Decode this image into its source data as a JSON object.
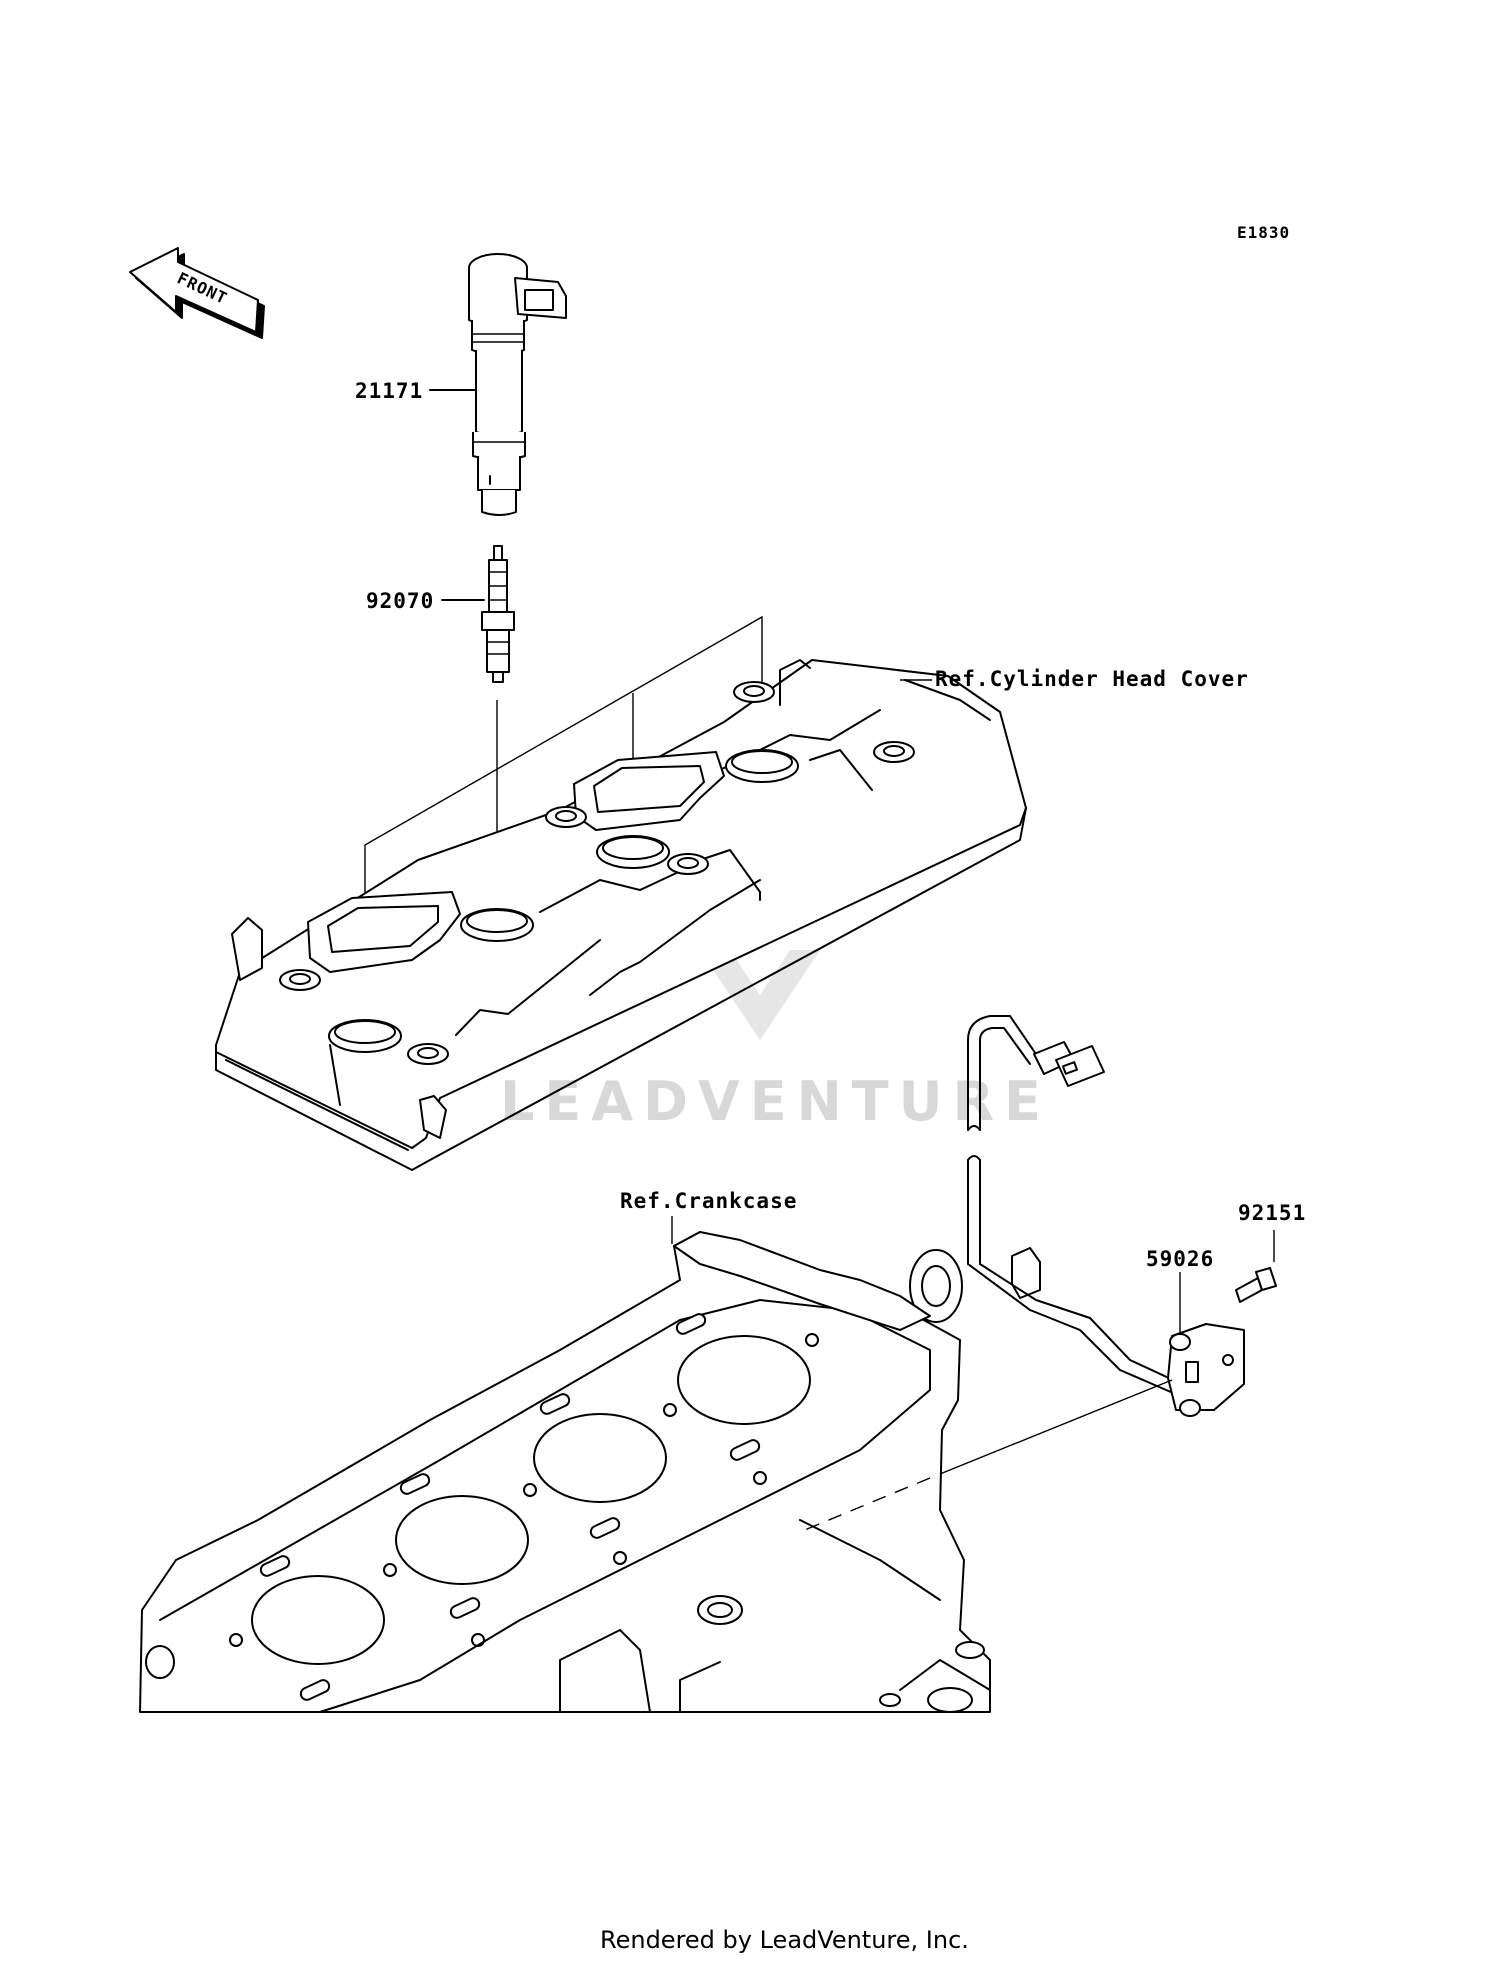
{
  "diagram": {
    "code": "E1830",
    "front_label": "FRONT",
    "watermark": "LEADVENTURE",
    "footer": "Rendered by LeadVenture, Inc.",
    "callouts": {
      "ignition_coil": "21171",
      "spark_plug": "92070",
      "cylinder_head_cover": "Ref.Cylinder Head Cover",
      "crankcase": "Ref.Crankcase",
      "bolt": "92151",
      "pickup_coil": "59026"
    }
  }
}
